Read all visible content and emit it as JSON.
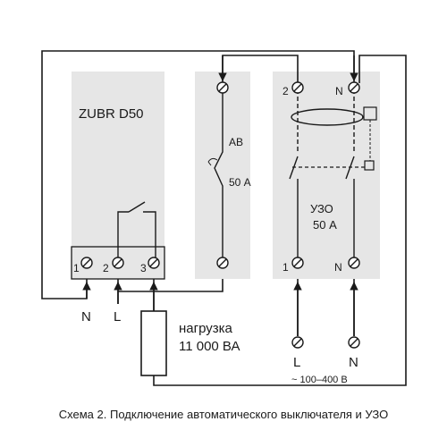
{
  "device": {
    "name": "ZUBR D50",
    "terminals": [
      "1",
      "2",
      "3"
    ],
    "wire_labels": [
      "N",
      "L"
    ]
  },
  "breaker": {
    "name": "АВ",
    "rating": "50 А"
  },
  "rcd": {
    "name": "УЗО",
    "rating": "50 А",
    "top_terminals": [
      "2",
      "N"
    ],
    "bottom_terminals": [
      "1",
      "N"
    ]
  },
  "load": {
    "label": "нагрузка",
    "power": "11 000 ВА"
  },
  "supply": {
    "phase": "L",
    "neutral": "N",
    "voltage": "~ 100–400 В"
  },
  "caption": "Схема 2. Подключение автоматического выключателя и УЗО",
  "colors": {
    "module_fill": "#e6e6e6",
    "wire": "#1a1a1a",
    "dashed": "#1a1a1a"
  }
}
